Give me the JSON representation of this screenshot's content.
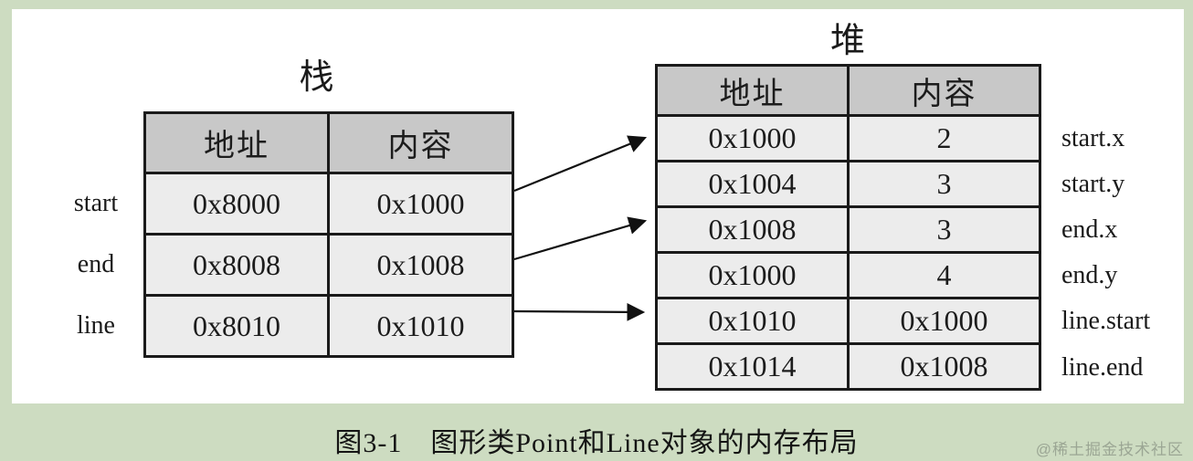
{
  "figure": {
    "caption": "图3-1　图形类Point和Line对象的内存布局",
    "watermark": "@稀土掘金技术社区"
  },
  "stack": {
    "title": "栈",
    "headers": {
      "address": "地址",
      "content": "内容"
    },
    "rows": [
      {
        "label": "start",
        "address": "0x8000",
        "content": "0x1000"
      },
      {
        "label": "end",
        "address": "0x8008",
        "content": "0x1008"
      },
      {
        "label": "line",
        "address": "0x8010",
        "content": "0x1010"
      }
    ]
  },
  "heap": {
    "title": "堆",
    "headers": {
      "address": "地址",
      "content": "内容"
    },
    "rows": [
      {
        "address": "0x1000",
        "content": "2",
        "label": "start.x"
      },
      {
        "address": "0x1004",
        "content": "3",
        "label": "start.y"
      },
      {
        "address": "0x1008",
        "content": "3",
        "label": "end.x"
      },
      {
        "address": "0x1000",
        "content": "4",
        "label": "end.y"
      },
      {
        "address": "0x1010",
        "content": "0x1000",
        "label": "line.start"
      },
      {
        "address": "0x1014",
        "content": "0x1008",
        "label": "line.end"
      }
    ]
  },
  "arrows": [
    {
      "from": "stack.start 0x1000",
      "to": "heap 0x1000 (start.x)"
    },
    {
      "from": "stack.end 0x1008",
      "to": "heap 0x1008 (end.x)"
    },
    {
      "from": "stack.line 0x1010",
      "to": "heap 0x1010 (line.start)"
    }
  ],
  "colors": {
    "frame_green": "#cddcc1",
    "paper_white": "#ffffff",
    "header_gray": "#c8c8c8",
    "cell_gray": "#ececec",
    "border_black": "#1a1a1a"
  }
}
